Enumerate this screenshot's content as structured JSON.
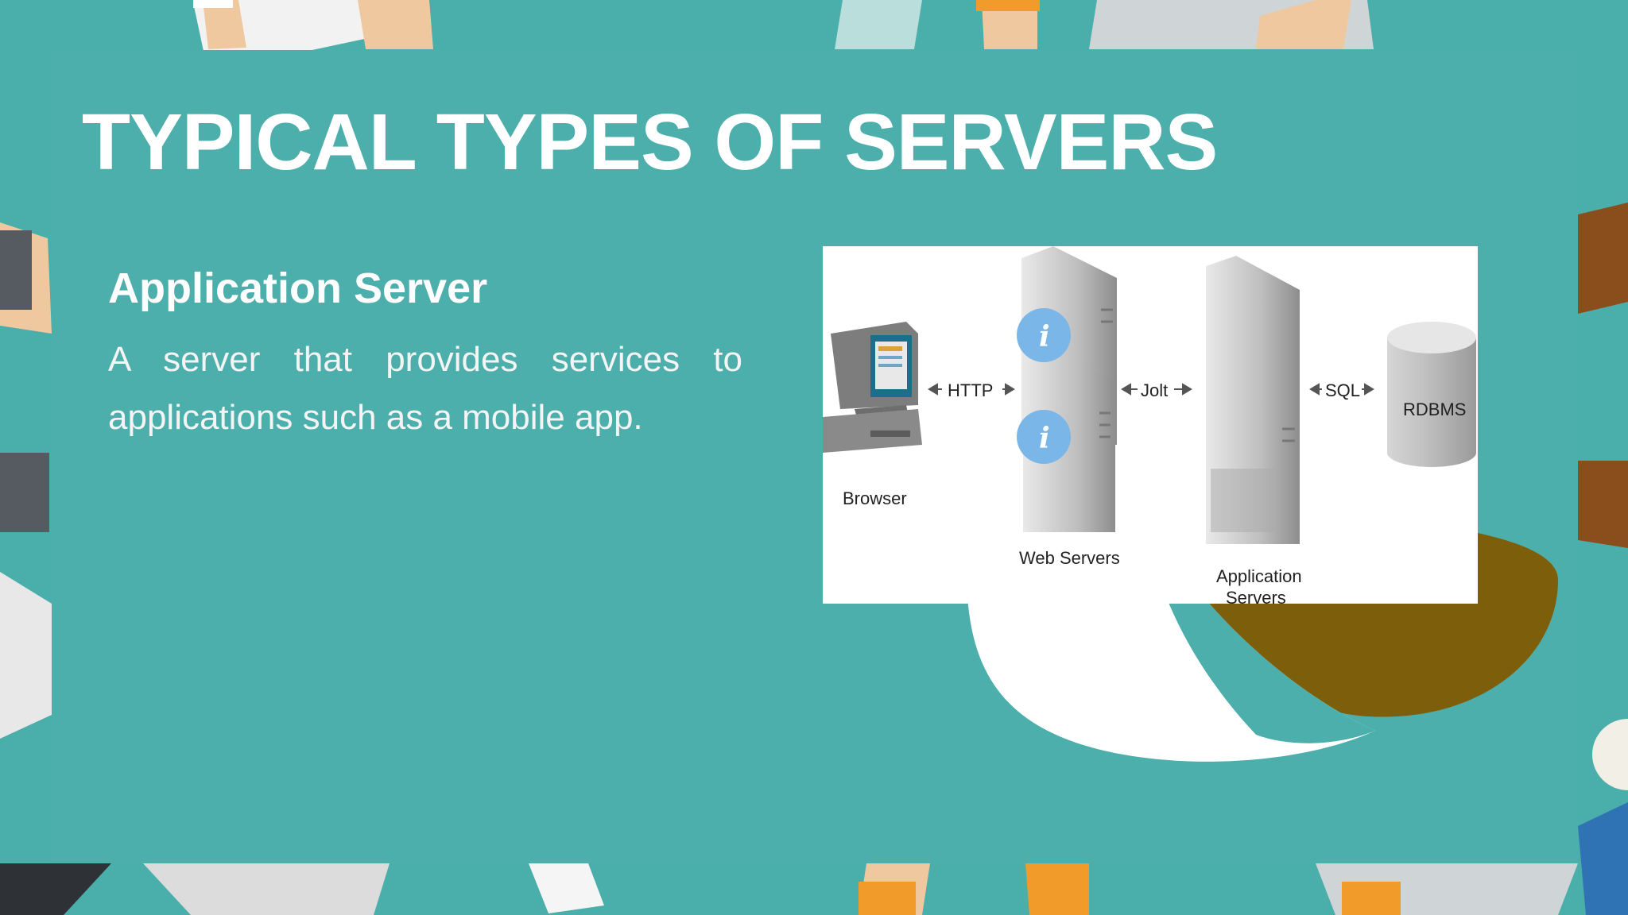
{
  "slide": {
    "title": "TYPICAL TYPES OF SERVERS",
    "subtitle": "Application Server",
    "body": "A server that provides services to applications such as a mobile app."
  },
  "diagram": {
    "browser_label": "Browser",
    "http_label": "HTTP",
    "jolt_label": "Jolt",
    "sql_label": "SQL",
    "rdbms_label": "RDBMS",
    "web_servers_label": "Web Servers",
    "app_servers_label_line1": "Application",
    "app_servers_label_line2": "Servers",
    "info_glyph": "i"
  },
  "colors": {
    "background": "#4aaeaa",
    "panel": "#4cafab",
    "title_text": "#ffffff",
    "decor_brown": "#7d5e0a",
    "decor_white": "#ffffff"
  }
}
